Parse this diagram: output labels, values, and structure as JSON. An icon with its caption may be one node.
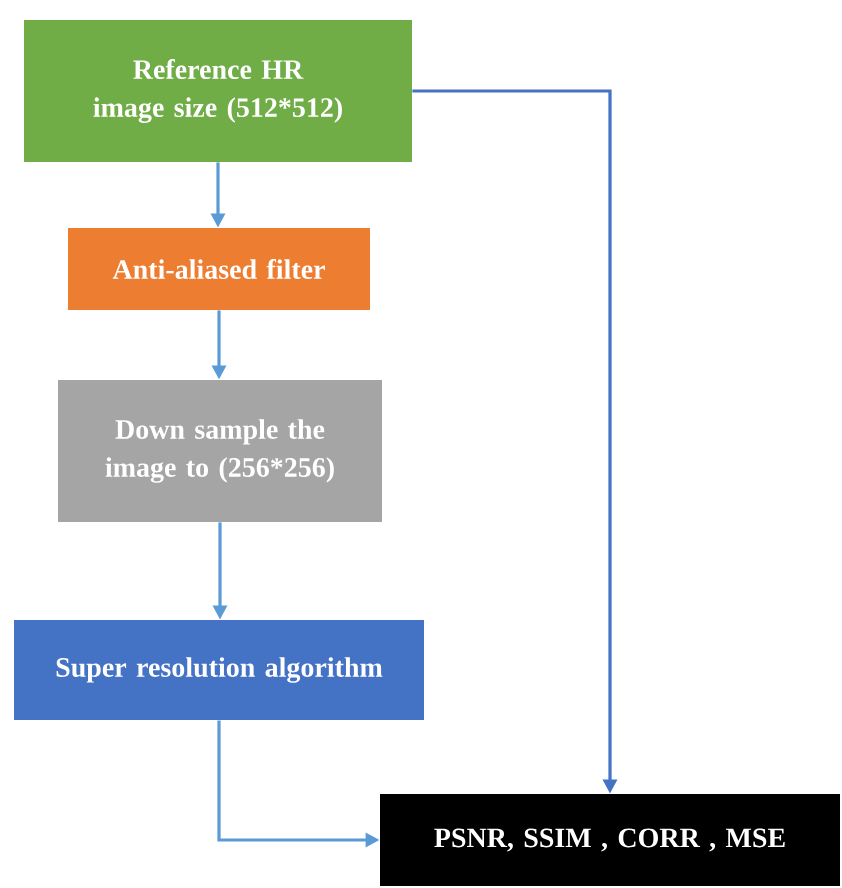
{
  "diagram": {
    "nodes": [
      {
        "text": [
          "Reference HR image size (512*512)"
        ]
      },
      {
        "text": [
          "Anti-aliased filter"
        ]
      },
      {
        "text": [
          "Down sample the image to (256*256)"
        ]
      },
      {
        "text": [
          "Super resolution algorithm"
        ]
      },
      {
        "text": [
          "PSNR, SSIM , CORR , MSE"
        ]
      }
    ],
    "edges": [
      {
        "from": 0,
        "to": 1,
        "arrow": "to"
      },
      {
        "from": 1,
        "to": 2,
        "arrow": "to"
      },
      {
        "from": 2,
        "to": 3,
        "arrow": "to"
      },
      {
        "from": 0,
        "to": 4,
        "arrow": "to",
        "color": "#4472c4"
      },
      {
        "from": 3,
        "to": 4,
        "arrow": "to"
      }
    ]
  }
}
